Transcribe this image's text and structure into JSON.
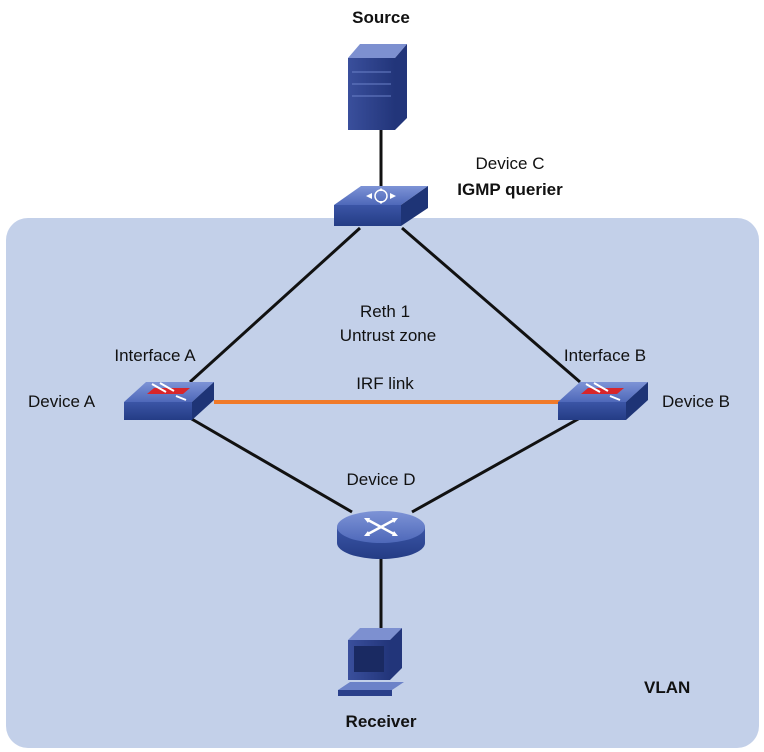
{
  "labels": {
    "source": "Source",
    "device_c": "Device C",
    "igmp_querier": "IGMP querier",
    "reth": "Reth 1",
    "untrust_zone": "Untrust zone",
    "interface_a": "Interface A",
    "interface_b": "Interface B",
    "device_a": "Device A",
    "device_b": "Device B",
    "irf_link": "IRF link",
    "device_d": "Device D",
    "receiver": "Receiver",
    "vlan": "VLAN"
  },
  "colors": {
    "vlan_region": "#c3d0e9",
    "link": "#111111",
    "irf_link": "#f07a2a",
    "device_blue": "#4a64b4",
    "firewall_red": "#d8262a"
  },
  "icons": {
    "source": "server-icon",
    "device_c": "switch-icon",
    "device_a": "firewall-icon",
    "device_b": "firewall-icon",
    "device_d": "router-icon",
    "receiver": "workstation-icon"
  }
}
